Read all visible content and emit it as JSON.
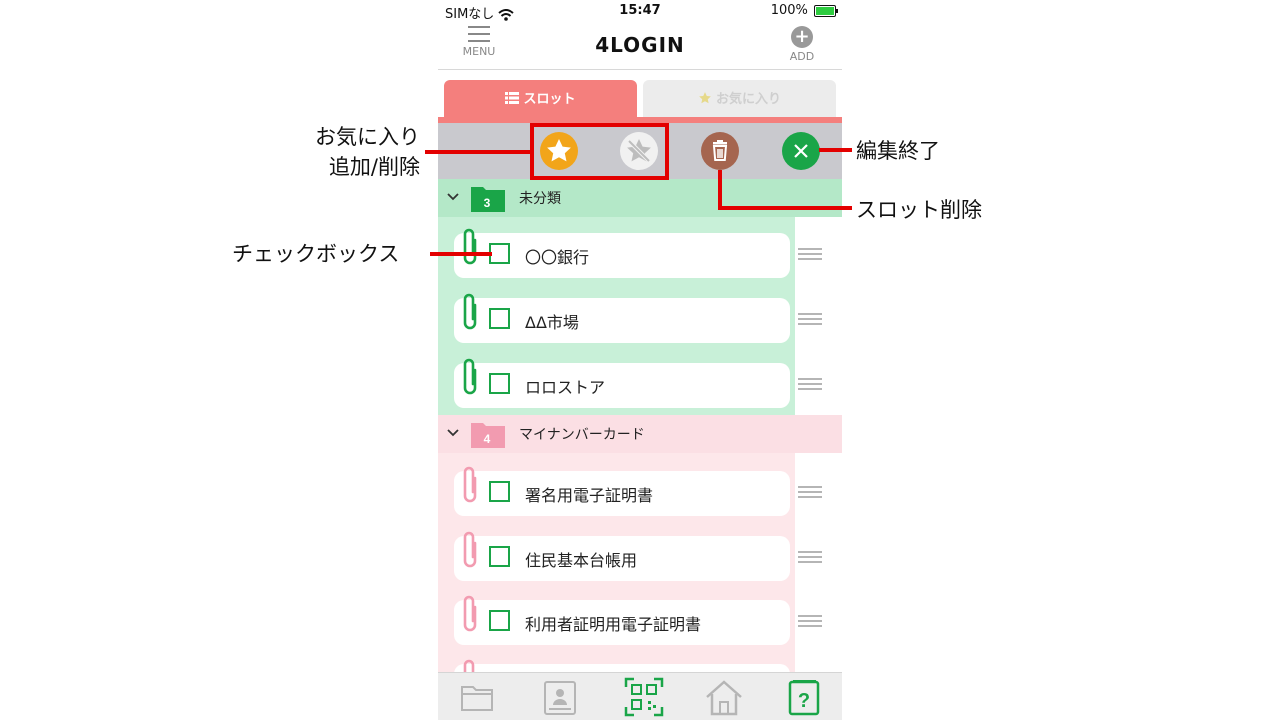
{
  "status": {
    "carrier": "SIMなし",
    "time": "15:47",
    "battery": "100%"
  },
  "header": {
    "menu_label": "MENU",
    "logo": "4LOGIN",
    "add_label": "ADD"
  },
  "tabs": [
    {
      "label": "スロット",
      "active": true
    },
    {
      "label": "お気に入り",
      "active": false
    }
  ],
  "toolbar": {
    "buttons": [
      "star-add",
      "star-remove",
      "trash",
      "close"
    ]
  },
  "folders": [
    {
      "name": "未分類",
      "count": "3",
      "color": "#1aa548",
      "items": [
        "〇〇銀行",
        "ΔΔ市場",
        "ロロストア"
      ]
    },
    {
      "name": "マイナンバーカード",
      "count": "4",
      "color": "#f29bb0",
      "items": [
        "署名用電子証明書",
        "住民基本台帳用",
        "利用者証明用電子証明書"
      ]
    }
  ],
  "bottom_nav": [
    "folder-icon",
    "id-card-icon",
    "qr-code-icon",
    "home-icon",
    "help-book-icon"
  ],
  "callouts": {
    "favorites_line1": "お気に入り",
    "favorites_line2": "追加/削除",
    "checkbox": "チェックボックス",
    "end_edit": "編集終了",
    "slot_delete": "スロット削除"
  },
  "colors": {
    "accent_red": "#f47f7d",
    "green": "#1aa548",
    "pink": "#f29bb0",
    "annotation": "#e30000"
  }
}
